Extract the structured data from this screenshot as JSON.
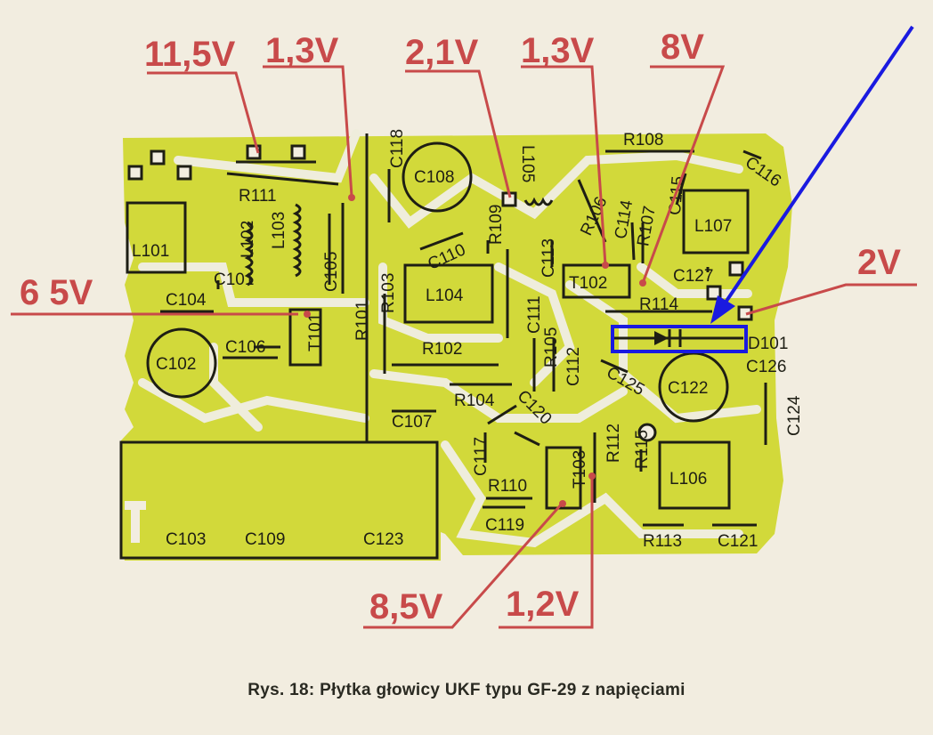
{
  "colors": {
    "paper": "#f2ede0",
    "board": "#d2d93a",
    "trace_gap": "#efeddc",
    "ink": "#1e1e14",
    "voltage": "#c84a4a",
    "highlight": "#1a1ae0"
  },
  "voltages": {
    "v11_5": "11,5V",
    "v1_3_a": "1,3V",
    "v2_1": "2,1V",
    "v1_3_b": "1,3V",
    "v8": "8V",
    "v2": "2V",
    "v6_5": "6 5V",
    "v8_5": "8,5V",
    "v1_2": "1,2V"
  },
  "components": {
    "L101": "L101",
    "L102": "L102",
    "L103": "L103",
    "L104": "L104",
    "L105": "L105",
    "L106": "L106",
    "L107": "L107",
    "R101": "R101",
    "R102": "R102",
    "R103": "R103",
    "R104": "R104",
    "R105": "R105",
    "R106": "R106",
    "R107": "R107",
    "R108": "R108",
    "R109": "R109",
    "R110": "R110",
    "R111": "R111",
    "R112": "R112",
    "R113": "R113",
    "R114": "R114",
    "R115": "R115",
    "C101": "C101",
    "C102": "C102",
    "C103": "C103",
    "C104": "C104",
    "C105": "C105",
    "C106": "C106",
    "C107": "C107",
    "C108": "C108",
    "C109": "C109",
    "C110": "C110",
    "C111": "C111",
    "C112": "C112",
    "C113": "C113",
    "C114": "C114",
    "C115": "C115",
    "C116": "C116",
    "C117": "C117",
    "C118": "C118",
    "C119": "C119",
    "C120": "C120",
    "C121": "C121",
    "C122": "C122",
    "C123": "C123",
    "C124": "C124",
    "C125": "C125",
    "C126": "C126",
    "C127": "C127",
    "T101": "T101",
    "T102": "T102",
    "T103": "T103",
    "D101": "D101"
  },
  "caption": "Rys. 18: Płytka głowicy UKF typu GF-29 z napięciami"
}
